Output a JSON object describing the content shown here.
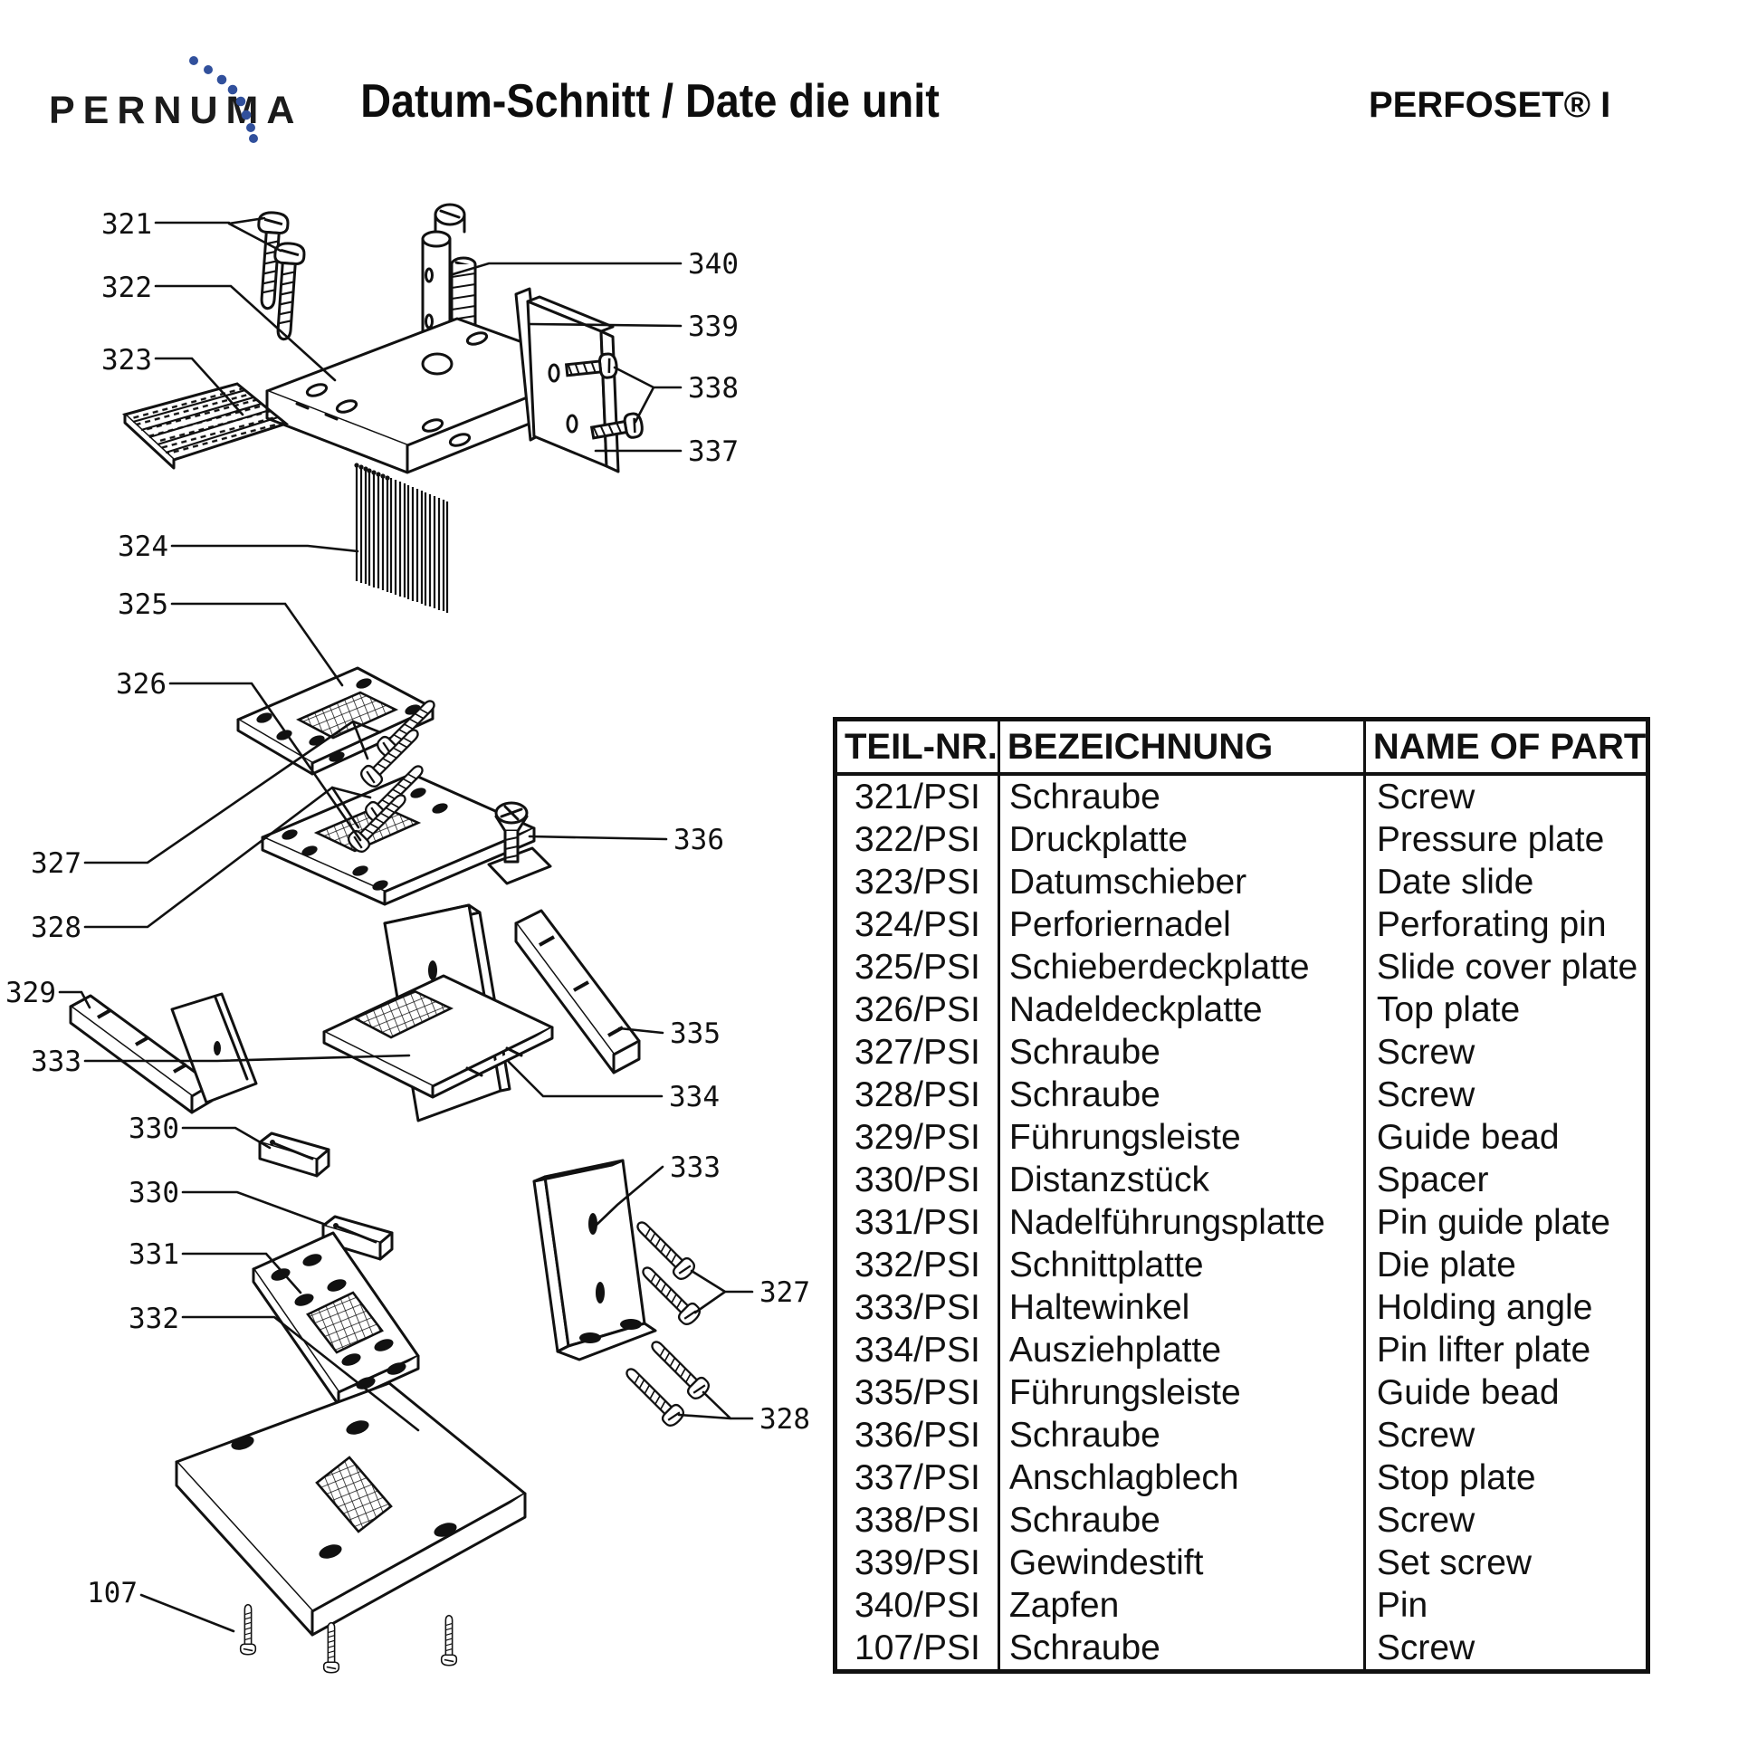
{
  "header": {
    "logo_text": "PERNUMA",
    "title": "Datum-Schnitt / Date die unit",
    "product": "PERFOSET® I"
  },
  "colors": {
    "logo_dot_blue": "#31509c",
    "ink": "#111111",
    "paper": "#ffffff"
  },
  "table": {
    "columns": [
      "TEIL-NR.",
      "BEZEICHNUNG",
      "NAME OF PART"
    ],
    "rows": [
      {
        "part_no": "321/PSI",
        "bezeichnung": "Schraube",
        "name": "Screw"
      },
      {
        "part_no": "322/PSI",
        "bezeichnung": "Druckplatte",
        "name": "Pressure plate"
      },
      {
        "part_no": "323/PSI",
        "bezeichnung": "Datumschieber",
        "name": "Date slide"
      },
      {
        "part_no": "324/PSI",
        "bezeichnung": "Perforiernadel",
        "name": "Perforating pin"
      },
      {
        "part_no": "325/PSI",
        "bezeichnung": "Schieberdeckplatte",
        "name": "Slide cover plate"
      },
      {
        "part_no": "326/PSI",
        "bezeichnung": "Nadeldeckplatte",
        "name": "Top plate"
      },
      {
        "part_no": "327/PSI",
        "bezeichnung": "Schraube",
        "name": "Screw"
      },
      {
        "part_no": "328/PSI",
        "bezeichnung": "Schraube",
        "name": "Screw"
      },
      {
        "part_no": "329/PSI",
        "bezeichnung": "Führungsleiste",
        "name": "Guide bead"
      },
      {
        "part_no": "330/PSI",
        "bezeichnung": "Distanzstück",
        "name": "Spacer"
      },
      {
        "part_no": "331/PSI",
        "bezeichnung": "Nadelführungsplatte",
        "name": "Pin guide plate"
      },
      {
        "part_no": "332/PSI",
        "bezeichnung": "Schnittplatte",
        "name": "Die plate"
      },
      {
        "part_no": "333/PSI",
        "bezeichnung": "Haltewinkel",
        "name": "Holding angle"
      },
      {
        "part_no": "334/PSI",
        "bezeichnung": "Ausziehplatte",
        "name": "Pin lifter plate"
      },
      {
        "part_no": "335/PSI",
        "bezeichnung": "Führungsleiste",
        "name": "Guide bead"
      },
      {
        "part_no": "336/PSI",
        "bezeichnung": "Schraube",
        "name": "Screw"
      },
      {
        "part_no": "337/PSI",
        "bezeichnung": "Anschlagblech",
        "name": "Stop plate"
      },
      {
        "part_no": "338/PSI",
        "bezeichnung": "Schraube",
        "name": "Screw"
      },
      {
        "part_no": "339/PSI",
        "bezeichnung": "Gewindestift",
        "name": "Set screw"
      },
      {
        "part_no": "340/PSI",
        "bezeichnung": "Zapfen",
        "name": "Pin"
      },
      {
        "part_no": "107/PSI",
        "bezeichnung": "Schraube",
        "name": "Screw"
      }
    ]
  },
  "diagram": {
    "callouts": [
      {
        "label": "321"
      },
      {
        "label": "322"
      },
      {
        "label": "323"
      },
      {
        "label": "324"
      },
      {
        "label": "325"
      },
      {
        "label": "326"
      },
      {
        "label": "327"
      },
      {
        "label": "328"
      },
      {
        "label": "329"
      },
      {
        "label": "333"
      },
      {
        "label": "330"
      },
      {
        "label": "330"
      },
      {
        "label": "331"
      },
      {
        "label": "332"
      },
      {
        "label": "107"
      },
      {
        "label": "340"
      },
      {
        "label": "339"
      },
      {
        "label": "338"
      },
      {
        "label": "337"
      },
      {
        "label": "336"
      },
      {
        "label": "335"
      },
      {
        "label": "334"
      },
      {
        "label": "333"
      },
      {
        "label": "327"
      },
      {
        "label": "328"
      }
    ]
  }
}
